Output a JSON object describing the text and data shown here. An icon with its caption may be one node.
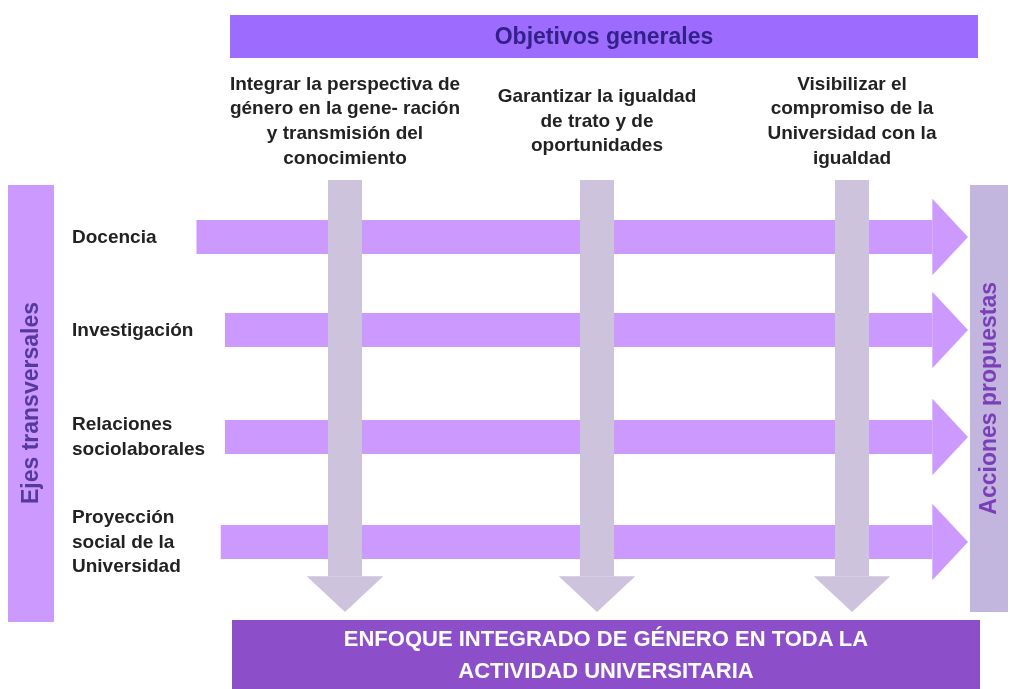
{
  "diagram": {
    "nodes": [
      {
        "text": [
          "Objetivos generales"
        ]
      },
      {
        "text": [
          "Integrar la perspectiva de género en la gene- ración y transmisión del conocimiento"
        ]
      },
      {
        "text": [
          "Garantizar la igualdad de trato y de oportunidades"
        ]
      },
      {
        "text": [
          "Visibilizar el compromiso de la Universidad con la igualdad"
        ]
      },
      {
        "text": [
          "Ejes transversales"
        ]
      },
      {
        "text": [
          "Docencia"
        ]
      },
      {
        "text": [
          "Investigación"
        ]
      },
      {
        "text": [
          "Relaciones sociolaborales"
        ]
      },
      {
        "text": [
          "Proyección social de la Universidad"
        ]
      },
      {
        "text": [
          "Acciones propuestas"
        ]
      },
      {
        "text": [
          "ENFOQUE INTEGRADO DE GÉNERO EN TODA LA ACTIVIDAD UNIVERSITARIA"
        ]
      }
    ],
    "edges": [
      {
        "from": 5,
        "to": 9,
        "arrow": "to"
      },
      {
        "from": 6,
        "to": 9,
        "arrow": "to"
      },
      {
        "from": 7,
        "to": 9,
        "arrow": "to"
      },
      {
        "from": 8,
        "to": 9,
        "arrow": "to"
      },
      {
        "from": 1,
        "to": 10,
        "arrow": "to",
        "color": "#cdc3dc"
      },
      {
        "from": 2,
        "to": 10,
        "arrow": "to",
        "color": "#cdc3dc"
      },
      {
        "from": 3,
        "to": 10,
        "arrow": "to",
        "color": "#cdc3dc"
      }
    ]
  }
}
